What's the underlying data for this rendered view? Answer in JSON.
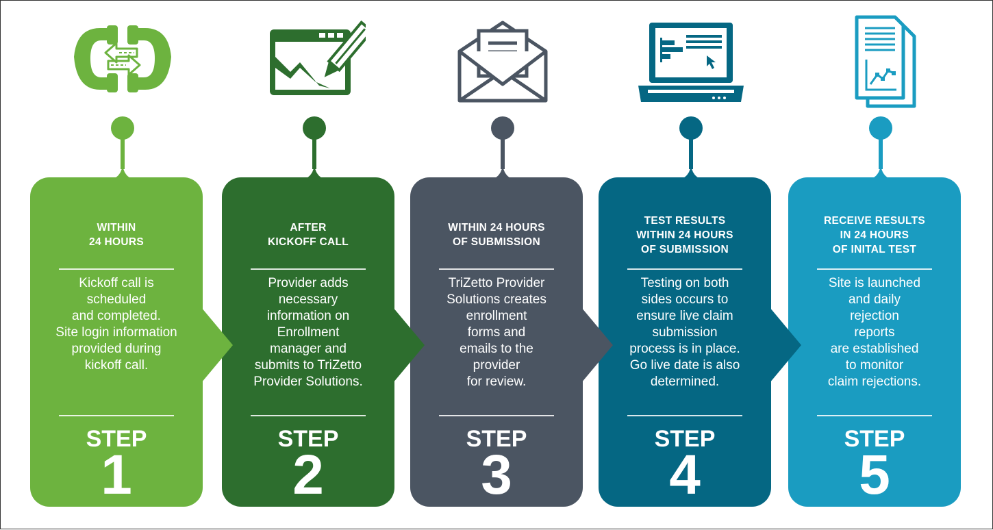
{
  "steps": [
    {
      "heading": "WITHIN\n24 HOURS",
      "description": "Kickoff call is\nscheduled\nand completed.\nSite login information\nprovided during\nkickoff call.",
      "label": "STEP",
      "number": "1",
      "color": "#6db33f",
      "icon": "phone-exchange-icon"
    },
    {
      "heading": "AFTER\nKICKOFF CALL",
      "description": "Provider adds\nnecessary\ninformation on\nEnrollment\nmanager and\nsubmits to TriZetto\nProvider Solutions.",
      "label": "STEP",
      "number": "2",
      "color": "#2d6e2e",
      "icon": "browser-pencil-icon"
    },
    {
      "heading": "WITHIN 24 HOURS\nOF SUBMISSION",
      "description": "TriZetto Provider\nSolutions creates\nenrollment\nforms  and\nemails to the\nprovider\nfor review.",
      "label": "STEP",
      "number": "3",
      "color": "#4b5562",
      "icon": "envelope-icon"
    },
    {
      "heading": "TEST RESULTS\nWITHIN 24 HOURS\nOF SUBMISSION",
      "description": "Testing on both\nsides occurs to\nensure live claim\nsubmission\nprocess is in place.\nGo live date is also\ndetermined.",
      "label": "STEP",
      "number": "4",
      "color": "#056783",
      "icon": "laptop-icon"
    },
    {
      "heading": "RECEIVE RESULTS\nIN 24 HOURS\nOF INITAL TEST",
      "description": "Site is launched\nand daily\nrejection\nreports\nare established\nto monitor\nclaim rejections.",
      "label": "STEP",
      "number": "5",
      "color": "#1a9cc1",
      "icon": "report-documents-icon"
    }
  ]
}
